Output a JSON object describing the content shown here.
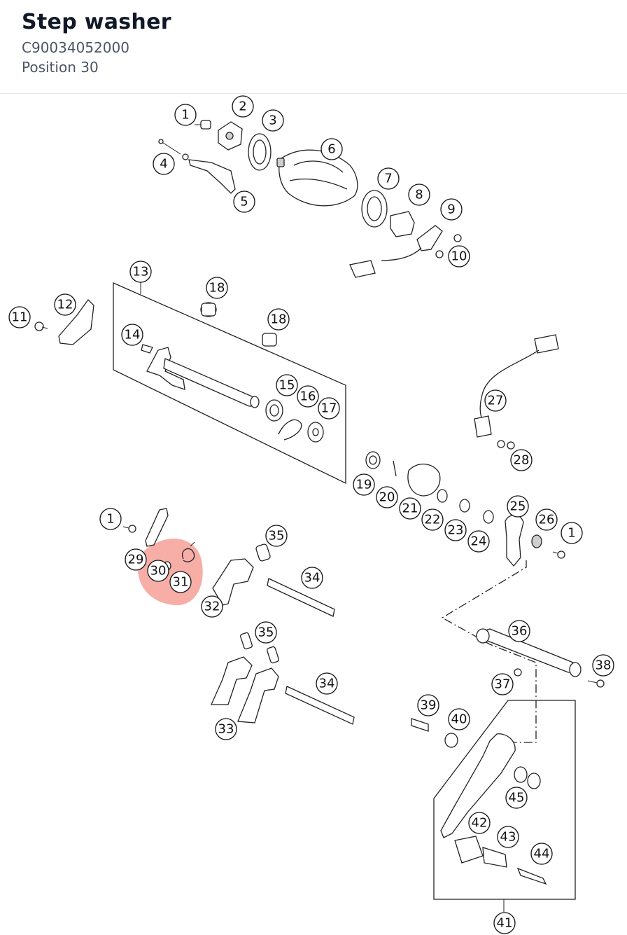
{
  "header": {
    "title": "Step washer",
    "part_number": "C90034052000",
    "position_label": "Position 30"
  },
  "highlight": {
    "color": "#f28b82",
    "position": "30"
  },
  "callouts": {
    "n1": "1",
    "n2": "2",
    "n3": "3",
    "n4": "4",
    "n5": "5",
    "n6": "6",
    "n7": "7",
    "n8": "8",
    "n9": "9",
    "n10": "10",
    "n11": "11",
    "n12": "12",
    "n13": "13",
    "n14": "14",
    "n15": "15",
    "n16": "16",
    "n17": "17",
    "n18": "18",
    "n19": "19",
    "n20": "20",
    "n21": "21",
    "n22": "22",
    "n23": "23",
    "n24": "24",
    "n25": "25",
    "n26": "26",
    "n27": "27",
    "n28": "28",
    "n29": "29",
    "n30": "30",
    "n31": "31",
    "n32": "32",
    "n33": "33",
    "n34": "34",
    "n35": "35",
    "n36": "36",
    "n37": "37",
    "n38": "38",
    "n39": "39",
    "n40": "40",
    "n41": "41",
    "n42": "42",
    "n43": "43",
    "n44": "44",
    "n45": "45"
  }
}
